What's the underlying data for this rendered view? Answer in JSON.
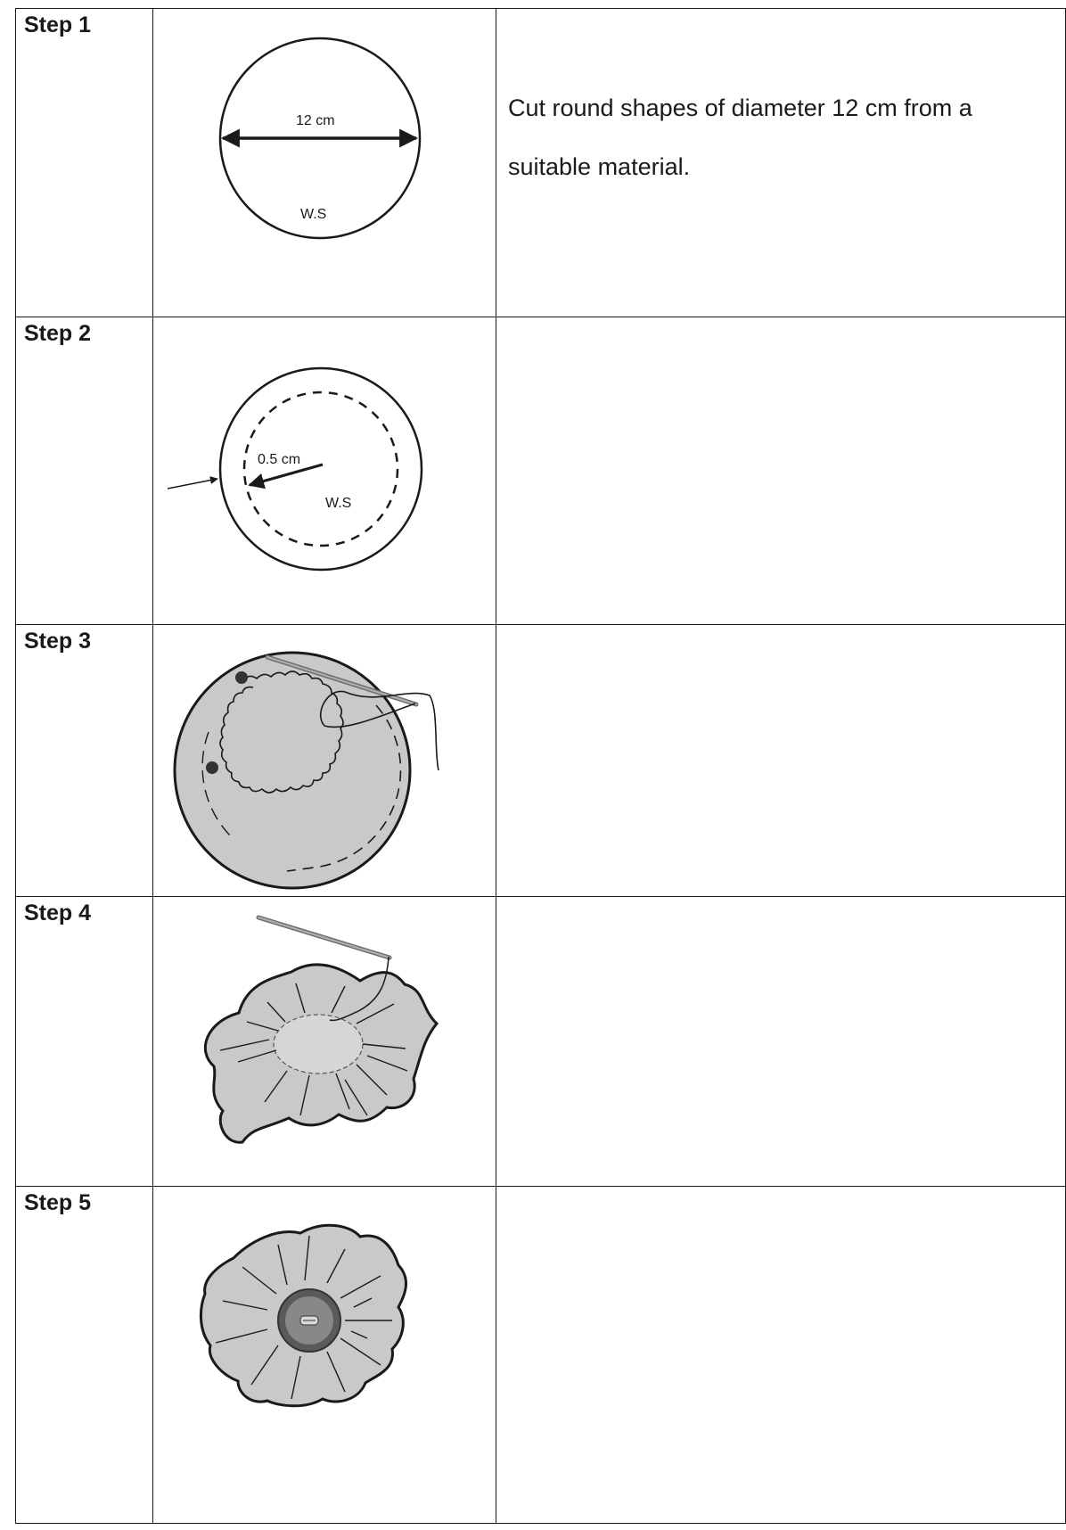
{
  "steps": [
    {
      "label": "Step 1",
      "figure": {
        "dimension_label": "12 cm",
        "side_label": "W.S"
      },
      "description": "Cut round shapes of diameter 12 cm from a suitable material."
    },
    {
      "label": "Step 2",
      "figure": {
        "dimension_label": "0.5 cm",
        "side_label": "W.S"
      },
      "description": ""
    },
    {
      "label": "Step 3",
      "description": ""
    },
    {
      "label": "Step 4",
      "description": ""
    },
    {
      "label": "Step 5",
      "description": ""
    }
  ]
}
